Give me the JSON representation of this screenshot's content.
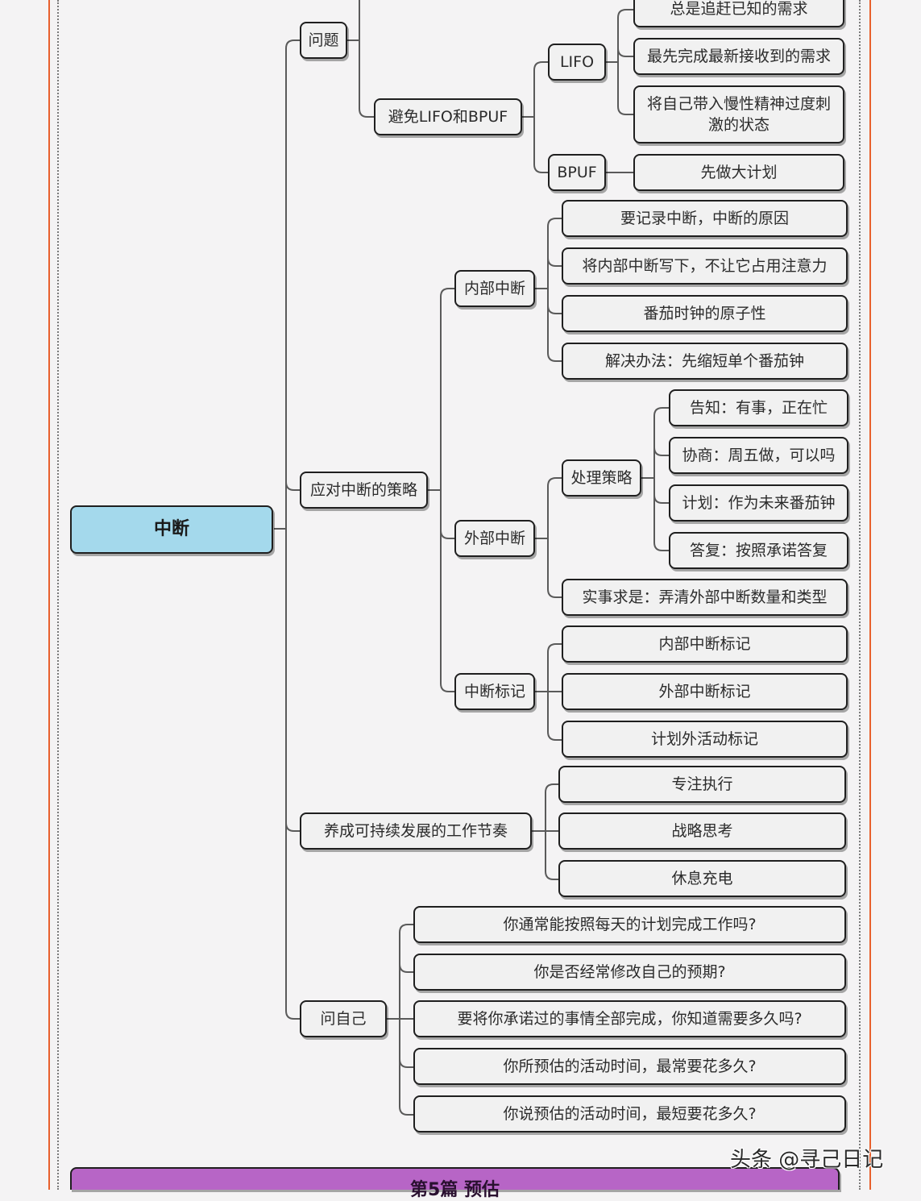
{
  "colors": {
    "frame_orange": "#e8602c",
    "root_fill": "#a4d9ec",
    "chapter_fill": "#b765c6",
    "node_fill": "#f1f1f1",
    "connector": "#5a5a5a"
  },
  "mindmap": {
    "root": "中断",
    "problem": {
      "label": "问题",
      "avoid": {
        "label": "避免LIFO和BPUF",
        "lifo": {
          "label": "LIFO",
          "items": [
            "总是追赶已知的需求",
            "最先完成最新接收到的需求",
            "将自己带入慢性精神过度刺激的状态"
          ]
        },
        "bpuf": {
          "label": "BPUF",
          "items": [
            "先做大计划"
          ]
        }
      }
    },
    "strategy": {
      "label": "应对中断的策略",
      "internal": {
        "label": "内部中断",
        "items": [
          "要记录中断，中断的原因",
          "将内部中断写下，不让它占用注意力",
          "番茄时钟的原子性",
          "解决办法：先缩短单个番茄钟"
        ]
      },
      "external": {
        "label": "外部中断",
        "handling": {
          "label": "处理策略",
          "items": [
            "告知：有事，正在忙",
            "协商：周五做，可以吗",
            "计划：作为未来番茄钟",
            "答复：按照承诺答复"
          ]
        },
        "fact": "实事求是：弄清外部中断数量和类型"
      },
      "marks": {
        "label": "中断标记",
        "items": [
          "内部中断标记",
          "外部中断标记",
          "计划外活动标记"
        ]
      }
    },
    "rhythm": {
      "label": "养成可持续发展的工作节奏",
      "items": [
        "专注执行",
        "战略思考",
        "休息充电"
      ]
    },
    "ask": {
      "label": "问自己",
      "items": [
        "你通常能按照每天的计划完成工作吗?",
        "你是否经常修改自己的预期?",
        "要将你承诺过的事情全部完成，你知道需要多久吗?",
        "你所预估的活动时间，最常要花多久?",
        "你说预估的活动时间，最短要花多久?"
      ]
    },
    "next_chapter": "第5篇 预估"
  },
  "watermark": "头条 @寻己日记"
}
